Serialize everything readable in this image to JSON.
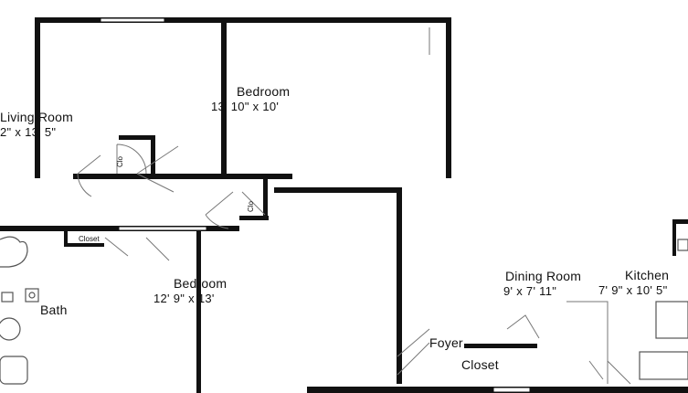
{
  "rooms": {
    "living_room": {
      "name": "Living Room",
      "dims": "2\" x 13' 5\""
    },
    "bedroom_top": {
      "name": "Bedroom",
      "dims": "13' 10\" x 10'"
    },
    "bedroom_bottom": {
      "name": "Bedroom",
      "dims": "12' 9\" x 13'"
    },
    "bath": {
      "name": "Bath"
    },
    "dining_room": {
      "name": "Dining Room",
      "dims": "9' x 7' 11\""
    },
    "kitchen": {
      "name": "Kitchen",
      "dims": "7' 9\" x 10' 5\""
    },
    "foyer": {
      "name": "Foyer"
    },
    "closet": {
      "name": "Closet"
    }
  },
  "small_labels": {
    "closet_left": "Closet",
    "closet_top_vertical": "Clo",
    "closet_mid_vertical": "Clo"
  },
  "colors": {
    "wall": "#111111",
    "fixture": "#555555",
    "background": "#ffffff"
  }
}
